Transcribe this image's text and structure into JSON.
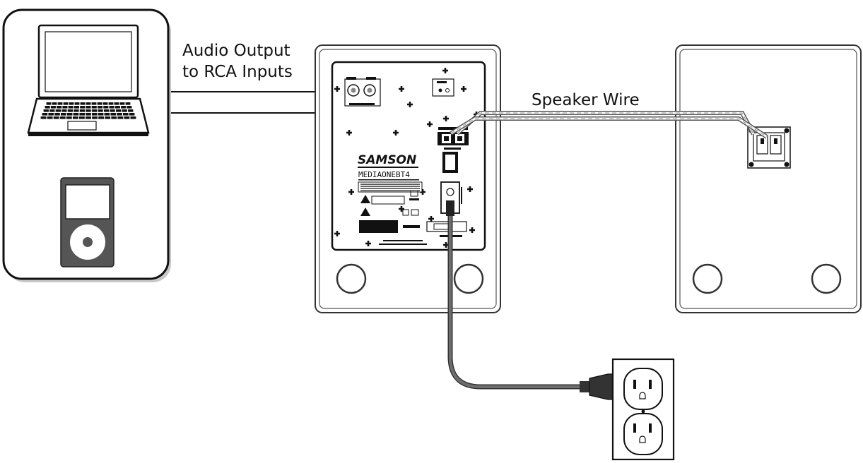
{
  "labels": {
    "audio_output_line1": "Audio Output",
    "audio_output_line2": "to RCA Inputs",
    "speaker_wire": "Speaker Wire"
  },
  "speaker_panel": {
    "brand": "SAMSON",
    "model": "MEDIAONEBT4"
  },
  "icons": {
    "laptop": "laptop-icon",
    "media_player": "media-player-icon",
    "power_outlet": "power-outlet-icon",
    "power_plug": "power-plug-icon"
  },
  "colors": {
    "line": "#111111",
    "device_gray": "#555555",
    "cable_gray": "#6e6e6e",
    "background": "#ffffff"
  }
}
